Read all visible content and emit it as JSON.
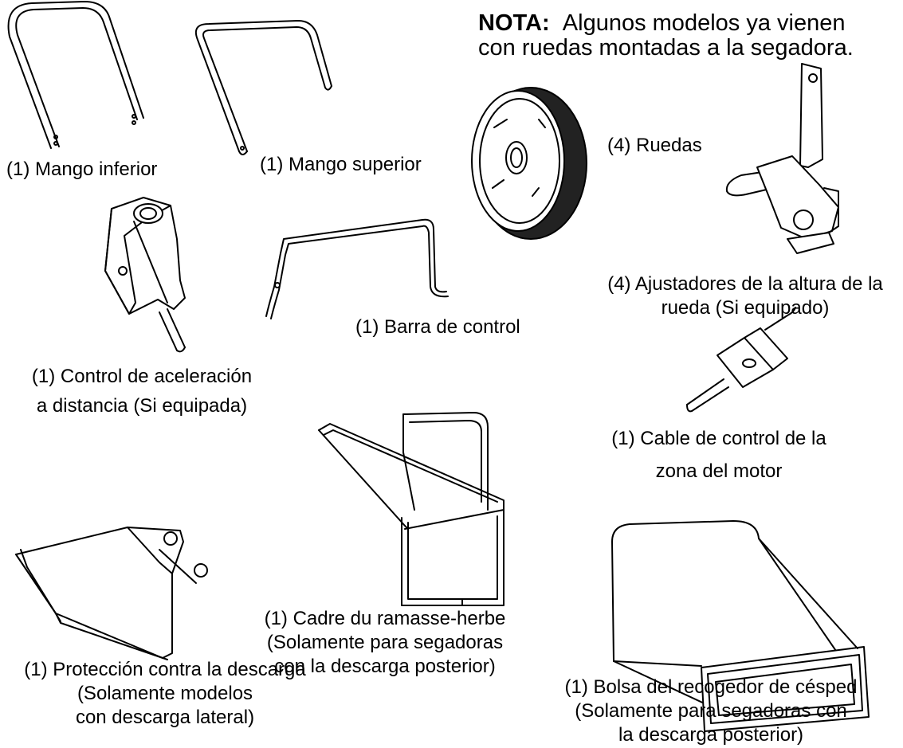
{
  "note": {
    "prefix": "NOTA:",
    "line1": "Algunos modelos ya vienen",
    "line2": "con ruedas montadas a la segadora."
  },
  "parts": [
    {
      "lines": [
        "(1) Mango inferior"
      ]
    },
    {
      "lines": [
        "(1) Mango superior"
      ]
    },
    {
      "lines": [
        "(4) Ruedas"
      ]
    },
    {
      "lines": [
        "(4) Ajustadores de la altura de la",
        "rueda (Si equipado)"
      ]
    },
    {
      "lines": [
        "(1) Barra de control"
      ]
    },
    {
      "lines": [
        "(1) Control de aceleración",
        "a distancia (Si equipada)"
      ]
    },
    {
      "lines": [
        "(1) Cable de control de la",
        "zona del motor"
      ]
    },
    {
      "lines": [
        "(1) Cadre du ramasse-herbe",
        "(Solamente para segadoras",
        "con la descarga posterior)"
      ]
    },
    {
      "lines": [
        "(1) Protección contra la descarga",
        "(Solamente modelos",
        "con descarga lateral)"
      ]
    },
    {
      "lines": [
        "(1) Bolsa del recogedor de césped",
        "(Solamente para segadoras con",
        "la descarga posterior)"
      ]
    }
  ]
}
